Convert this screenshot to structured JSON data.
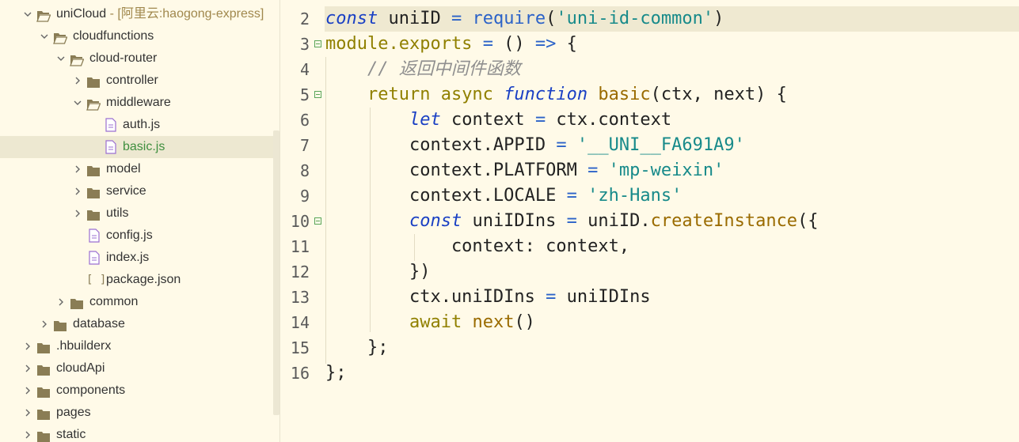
{
  "colors": {
    "background": "#fffae8",
    "selected_row": "#ede8d1",
    "keyword_italic": "#1a40c4",
    "keyword": "#908000",
    "string": "#178a8a",
    "function_name": "#9a6b00",
    "comment": "#8f8f8f",
    "folder_icon": "#8a7d55",
    "js_file_icon": "#9b6fd1"
  },
  "explorer": {
    "items": [
      {
        "label": "uniCloud",
        "suffix": " - [阿里云:haogong-express]",
        "depth": 0,
        "type": "folder-open",
        "expanded": true
      },
      {
        "label": "cloudfunctions",
        "depth": 1,
        "type": "folder-open",
        "expanded": true
      },
      {
        "label": "cloud-router",
        "depth": 2,
        "type": "folder-open",
        "expanded": true
      },
      {
        "label": "controller",
        "depth": 3,
        "type": "folder",
        "expanded": false
      },
      {
        "label": "middleware",
        "depth": 3,
        "type": "folder-open",
        "expanded": true
      },
      {
        "label": "auth.js",
        "depth": 4,
        "type": "js"
      },
      {
        "label": "basic.js",
        "depth": 4,
        "type": "js",
        "selected": true
      },
      {
        "label": "model",
        "depth": 3,
        "type": "folder",
        "expanded": false
      },
      {
        "label": "service",
        "depth": 3,
        "type": "folder",
        "expanded": false
      },
      {
        "label": "utils",
        "depth": 3,
        "type": "folder",
        "expanded": false
      },
      {
        "label": "config.js",
        "depth": 3,
        "type": "js"
      },
      {
        "label": "index.js",
        "depth": 3,
        "type": "js"
      },
      {
        "label": "package.json",
        "depth": 3,
        "type": "json"
      },
      {
        "label": "common",
        "depth": 2,
        "type": "folder",
        "expanded": false
      },
      {
        "label": "database",
        "depth": 1,
        "type": "folder",
        "expanded": false
      },
      {
        "label": ".hbuilderx",
        "depth": 0,
        "type": "folder",
        "expanded": false
      },
      {
        "label": "cloudApi",
        "depth": 0,
        "type": "folder",
        "expanded": false
      },
      {
        "label": "components",
        "depth": 0,
        "type": "folder",
        "expanded": false
      },
      {
        "label": "pages",
        "depth": 0,
        "type": "folder",
        "expanded": false
      },
      {
        "label": "static",
        "depth": 0,
        "type": "folder",
        "expanded": false
      }
    ]
  },
  "editor": {
    "lines": [
      {
        "num": "2",
        "fold": false,
        "tokens": [
          {
            "t": "const",
            "c": "kw-i"
          },
          {
            "t": " uniID ",
            "c": "id"
          },
          {
            "t": "=",
            "c": "op"
          },
          {
            "t": " ",
            "c": "id"
          },
          {
            "t": "require",
            "c": "req"
          },
          {
            "t": "(",
            "c": "id"
          },
          {
            "t": "'uni-id-common'",
            "c": "str"
          },
          {
            "t": ")",
            "c": "id"
          }
        ]
      },
      {
        "num": "3",
        "fold": true,
        "tokens": [
          {
            "t": "module.exports ",
            "c": "kw"
          },
          {
            "t": "=",
            "c": "op"
          },
          {
            "t": " () ",
            "c": "id"
          },
          {
            "t": "=>",
            "c": "op"
          },
          {
            "t": " {",
            "c": "id"
          }
        ]
      },
      {
        "num": "4",
        "fold": false,
        "tokens": [
          {
            "t": "    ",
            "c": "id"
          },
          {
            "t": "// 返回中间件函数",
            "c": "cm"
          }
        ]
      },
      {
        "num": "5",
        "fold": true,
        "tokens": [
          {
            "t": "    ",
            "c": "id"
          },
          {
            "t": "return async",
            "c": "kw"
          },
          {
            "t": " ",
            "c": "id"
          },
          {
            "t": "function",
            "c": "kw-i"
          },
          {
            "t": " ",
            "c": "id"
          },
          {
            "t": "basic",
            "c": "fn"
          },
          {
            "t": "(ctx, next) {",
            "c": "id"
          }
        ]
      },
      {
        "num": "6",
        "fold": false,
        "tokens": [
          {
            "t": "        ",
            "c": "id"
          },
          {
            "t": "let",
            "c": "kw-i"
          },
          {
            "t": " context ",
            "c": "id"
          },
          {
            "t": "=",
            "c": "op"
          },
          {
            "t": " ctx.context",
            "c": "id"
          }
        ]
      },
      {
        "num": "7",
        "fold": false,
        "tokens": [
          {
            "t": "        context.APPID ",
            "c": "id"
          },
          {
            "t": "=",
            "c": "op"
          },
          {
            "t": " ",
            "c": "id"
          },
          {
            "t": "'__UNI__FA691A9'",
            "c": "str"
          }
        ]
      },
      {
        "num": "8",
        "fold": false,
        "tokens": [
          {
            "t": "        context.PLATFORM ",
            "c": "id"
          },
          {
            "t": "=",
            "c": "op"
          },
          {
            "t": " ",
            "c": "id"
          },
          {
            "t": "'mp-weixin'",
            "c": "str"
          }
        ]
      },
      {
        "num": "9",
        "fold": false,
        "tokens": [
          {
            "t": "        context.LOCALE ",
            "c": "id"
          },
          {
            "t": "=",
            "c": "op"
          },
          {
            "t": " ",
            "c": "id"
          },
          {
            "t": "'zh-Hans'",
            "c": "str"
          }
        ]
      },
      {
        "num": "10",
        "fold": true,
        "tokens": [
          {
            "t": "        ",
            "c": "id"
          },
          {
            "t": "const",
            "c": "kw-i"
          },
          {
            "t": " uniIDIns ",
            "c": "id"
          },
          {
            "t": "=",
            "c": "op"
          },
          {
            "t": " uniID.",
            "c": "id"
          },
          {
            "t": "createInstance",
            "c": "fn"
          },
          {
            "t": "({",
            "c": "id"
          }
        ]
      },
      {
        "num": "11",
        "fold": false,
        "tokens": [
          {
            "t": "            context: context,",
            "c": "id"
          }
        ]
      },
      {
        "num": "12",
        "fold": false,
        "tokens": [
          {
            "t": "        })",
            "c": "id"
          }
        ]
      },
      {
        "num": "13",
        "fold": false,
        "tokens": [
          {
            "t": "        ctx.uniIDIns ",
            "c": "id"
          },
          {
            "t": "=",
            "c": "op"
          },
          {
            "t": " uniIDIns",
            "c": "id"
          }
        ]
      },
      {
        "num": "14",
        "fold": false,
        "tokens": [
          {
            "t": "        ",
            "c": "id"
          },
          {
            "t": "await",
            "c": "kw"
          },
          {
            "t": " ",
            "c": "id"
          },
          {
            "t": "next",
            "c": "fn"
          },
          {
            "t": "()",
            "c": "id"
          }
        ]
      },
      {
        "num": "15",
        "fold": false,
        "tokens": [
          {
            "t": "    };",
            "c": "id"
          }
        ]
      },
      {
        "num": "16",
        "fold": false,
        "tokens": [
          {
            "t": "};",
            "c": "id"
          }
        ]
      }
    ]
  }
}
